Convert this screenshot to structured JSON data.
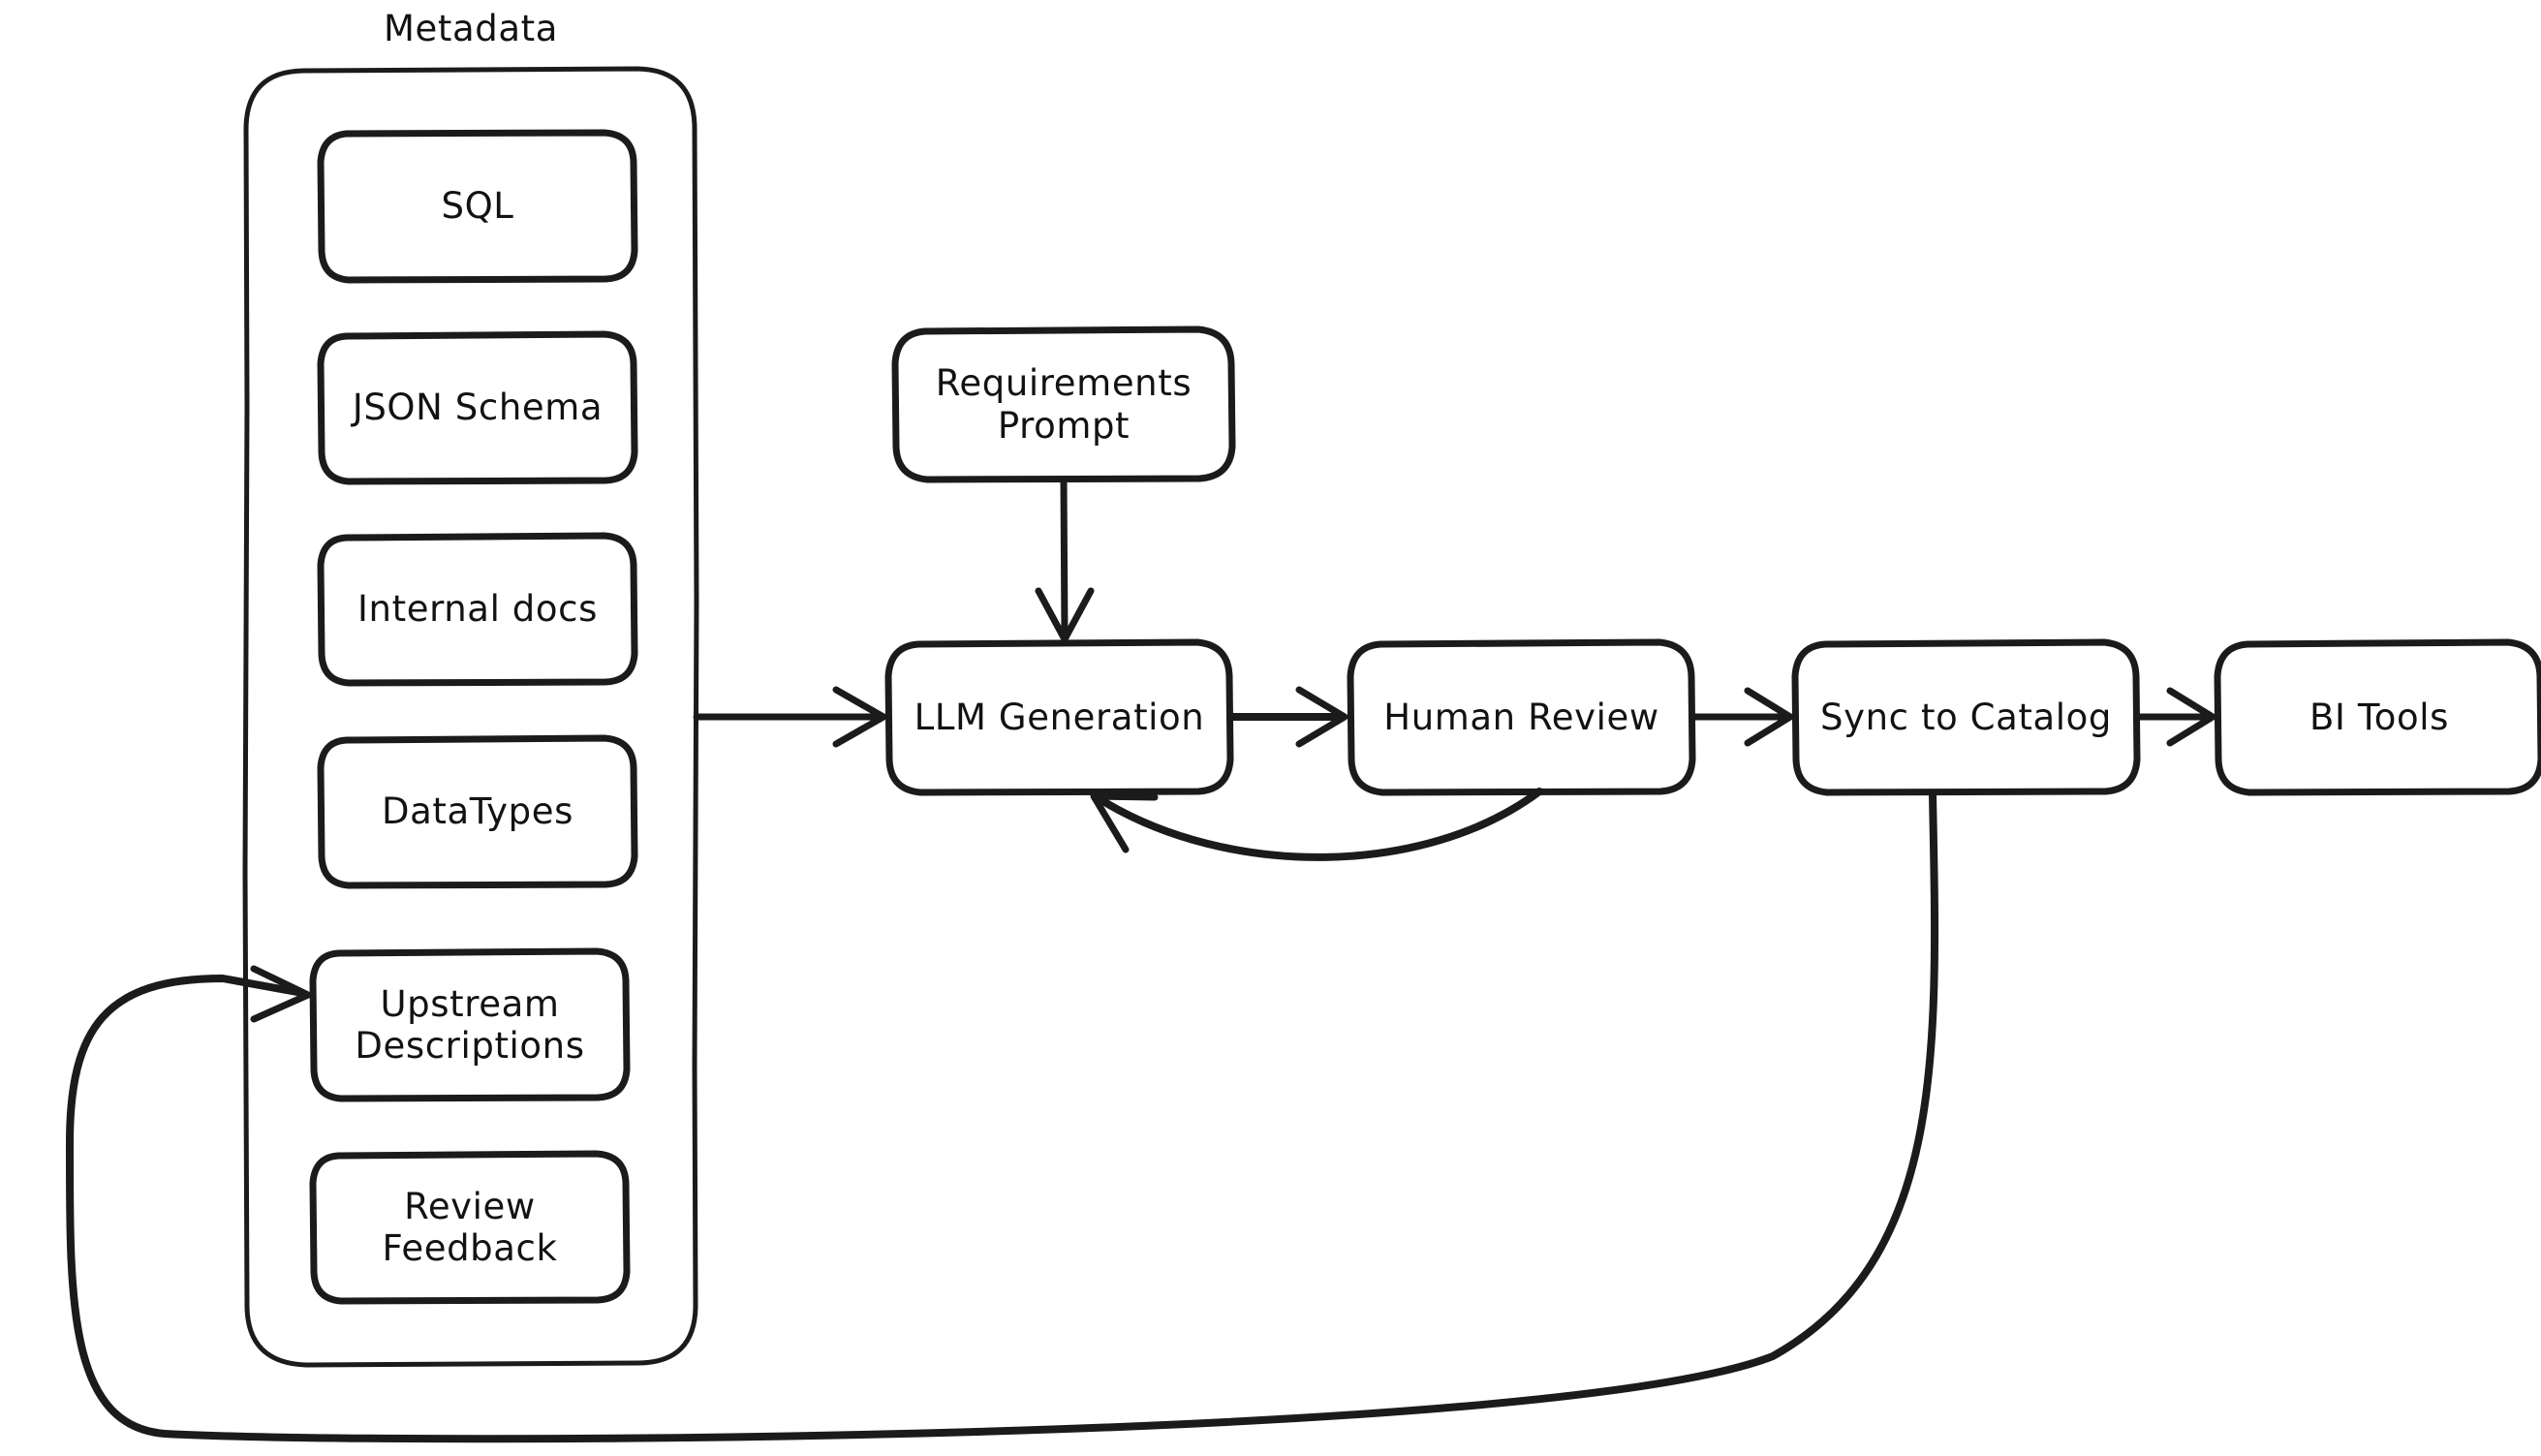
{
  "diagram": {
    "title": "LLM metadata description generation pipeline",
    "background_color": "#ffffff",
    "stroke_color": "#1b1b1b",
    "text_color": "#121212",
    "style": "hand-drawn sketch (excalidraw)",
    "groups": [
      {
        "id": "metadata-group",
        "label": "Metadata",
        "items": [
          {
            "id": "sql",
            "label": "SQL"
          },
          {
            "id": "json-schema",
            "label": "JSON Schema"
          },
          {
            "id": "internal-docs",
            "label": "Internal docs"
          },
          {
            "id": "datatypes",
            "label": "DataTypes"
          },
          {
            "id": "upstream-descriptions",
            "label": "Upstream\nDescriptions"
          },
          {
            "id": "review-feedback",
            "label": "Review\nFeedback"
          }
        ]
      }
    ],
    "nodes": [
      {
        "id": "requirements-prompt",
        "label": "Requirements\nPrompt"
      },
      {
        "id": "llm-generation",
        "label": "LLM Generation"
      },
      {
        "id": "human-review",
        "label": "Human Review"
      },
      {
        "id": "sync-to-catalog",
        "label": "Sync to Catalog"
      },
      {
        "id": "bi-tools",
        "label": "BI Tools"
      }
    ],
    "edges": [
      {
        "id": "edge-metadata-to-llm",
        "from": "metadata-group",
        "to": "llm-generation",
        "label": "",
        "arrow": "end"
      },
      {
        "id": "edge-prompt-to-llm",
        "from": "requirements-prompt",
        "to": "llm-generation",
        "label": "",
        "arrow": "end"
      },
      {
        "id": "edge-llm-to-review",
        "from": "llm-generation",
        "to": "human-review",
        "label": "",
        "arrow": "end"
      },
      {
        "id": "edge-review-to-sync",
        "from": "human-review",
        "to": "sync-to-catalog",
        "label": "",
        "arrow": "end"
      },
      {
        "id": "edge-sync-to-bi",
        "from": "sync-to-catalog",
        "to": "bi-tools",
        "label": "",
        "arrow": "end"
      },
      {
        "id": "edge-review-back-to-llm",
        "from": "human-review",
        "to": "llm-generation",
        "label": "",
        "arrow": "end"
      },
      {
        "id": "edge-sync-to-upstream",
        "from": "sync-to-catalog",
        "to": "upstream-descriptions",
        "label": "",
        "arrow": "end"
      }
    ]
  }
}
